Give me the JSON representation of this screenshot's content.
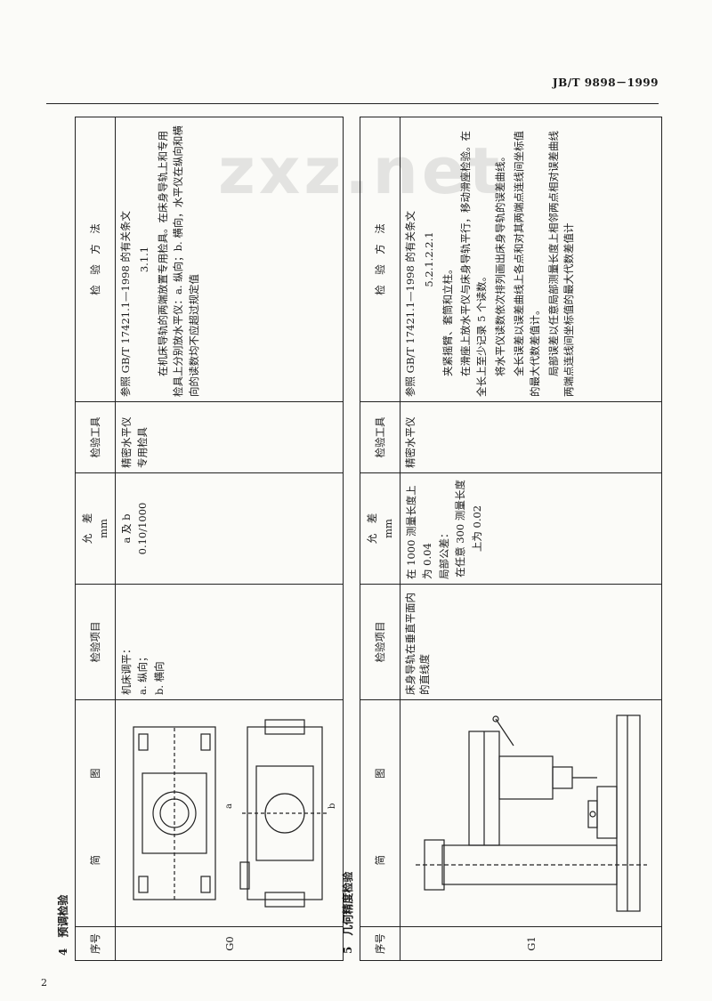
{
  "header": {
    "standard_id": "JB/T 9898－1999"
  },
  "watermark": "zxz.net",
  "page_number": "2",
  "section4": {
    "heading": "4　预调检验",
    "columns": {
      "no": "序号",
      "diagram": "简　　　　图",
      "item": "检验项目",
      "tolerance_label": "允　差",
      "tolerance_unit": "mm",
      "tool": "检验工具",
      "method": "检　验　方　法"
    },
    "row": {
      "no": "G0",
      "diagram_labels": {
        "a": "a",
        "b": "b"
      },
      "item_lines": [
        "机床调平：",
        "a. 纵向；",
        "b. 横向"
      ],
      "tolerance_lines": [
        "a 及 b",
        "0.10/1000"
      ],
      "tool_lines": [
        "精密水平仪",
        "专用检具"
      ],
      "method_ref": "参照 GB/T 17421.1—1998 的有关条文",
      "method_clause": "3.1.1",
      "method_text": "在机床导轨的两端放置专用检具。在床身导轨上和专用检具上分别放水平仪：a. 纵向；b. 横向，水平仪在纵向和横向的读数均不应超过规定值"
    }
  },
  "section5": {
    "heading": "5　几何精度检验",
    "columns": {
      "no": "序号",
      "diagram": "简　　　　图",
      "item": "检验项目",
      "tolerance_label": "允　差",
      "tolerance_unit": "mm",
      "tool": "检验工具",
      "method": "检　验　方　法"
    },
    "row": {
      "no": "G1",
      "item": "床身导轨在垂直平面内的直线度",
      "tolerance_lines": [
        "在 1000 测量长度上为 0.04",
        "局部公差：",
        "在任意 300 测量长度上为 0.02"
      ],
      "tool": "精密水平仪",
      "method_ref": "参照 GB/T 17421.1—1998 的有关条文",
      "method_clause": "5.2.1.2.2.1",
      "method_paragraphs": [
        "夹紧摇臂、套筒和立柱。",
        "在滑座上放水平仪与床身导轨平行，移动滑座检验。在全长上至少记录 5 个读数。",
        "将水平仪读数依次排列画出床身导轨的误差曲线。",
        "全长误差以误差曲线上各点和对其两端点连线间坐标值的最大代数差值计。",
        "局部误差以任意局部测量长度上相邻两点相对误差曲线两端点连线间坐标值的最大代数差值计"
      ]
    }
  }
}
